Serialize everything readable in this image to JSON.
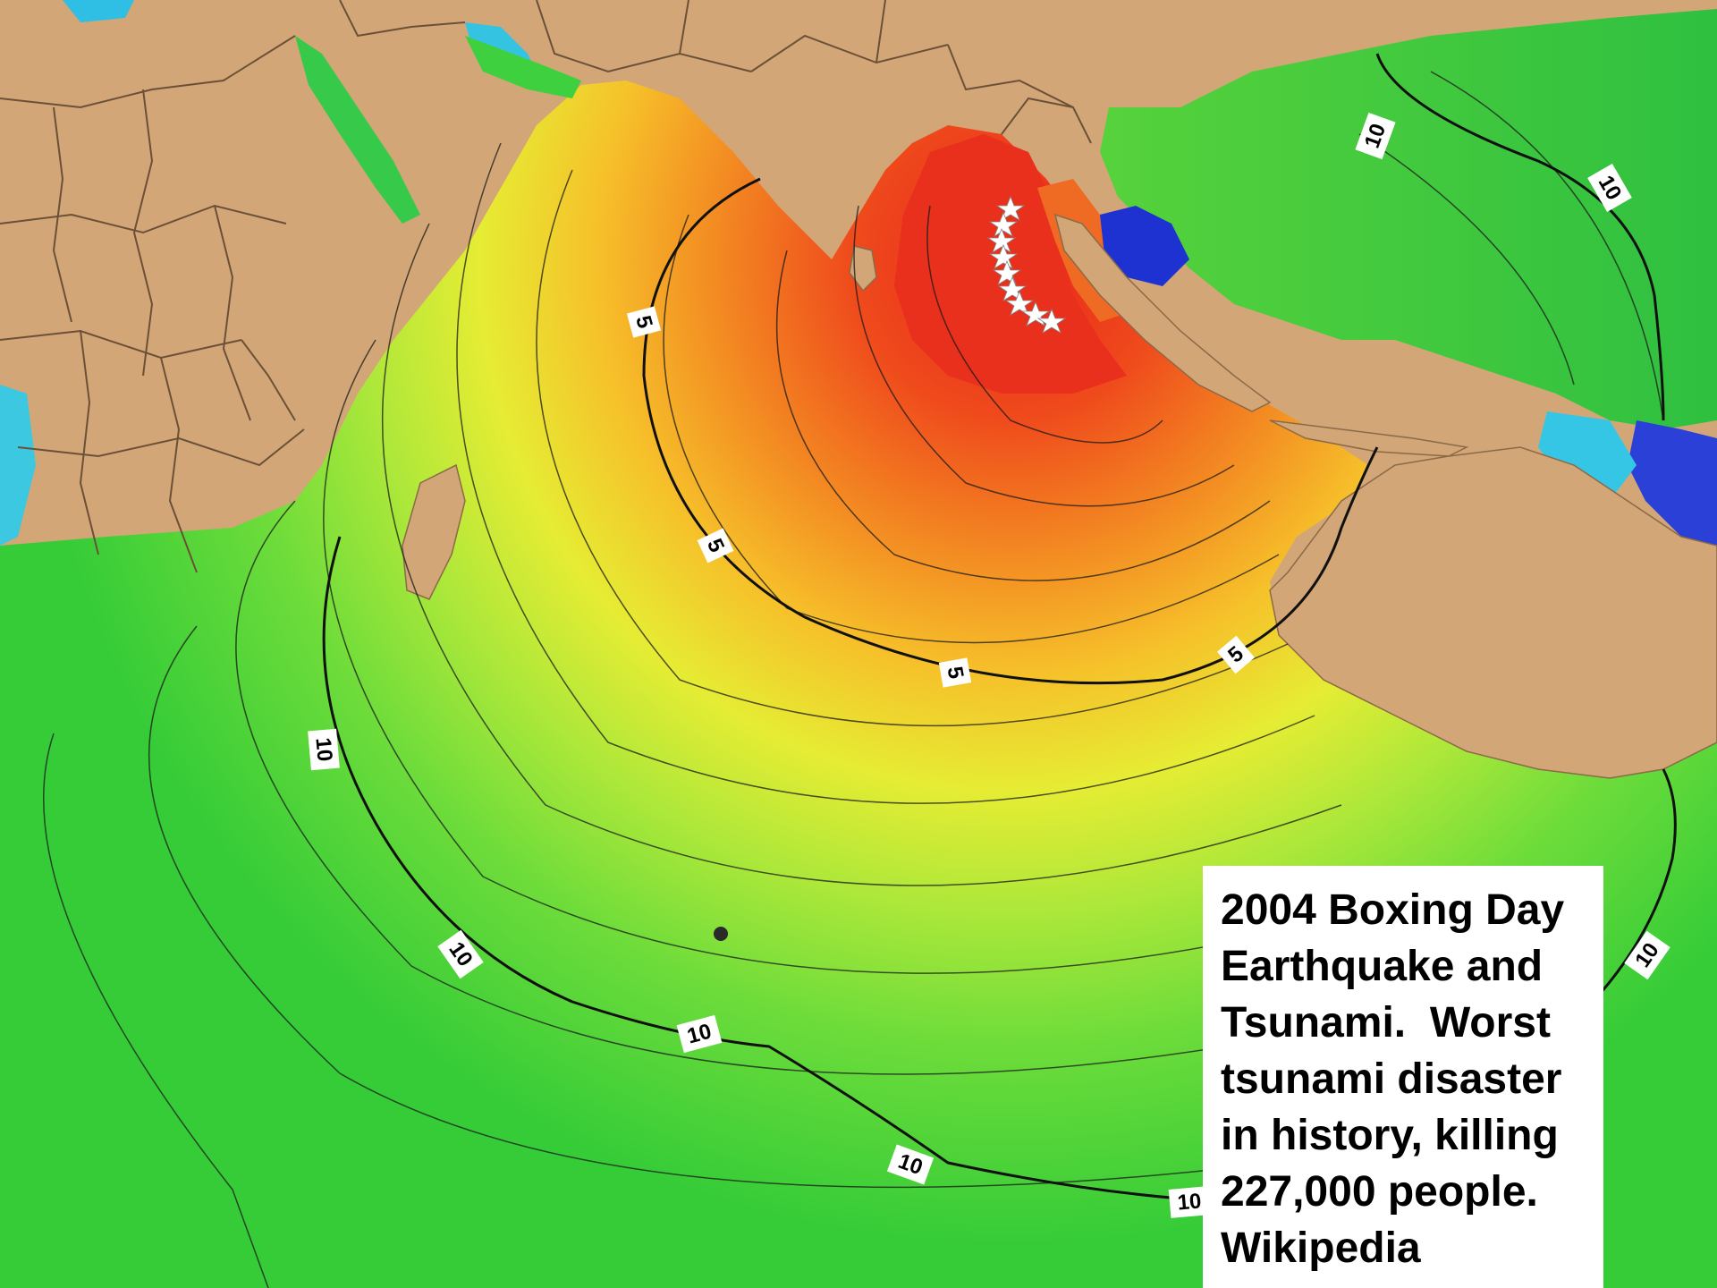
{
  "map": {
    "contour_labels": [
      "5",
      "5",
      "5",
      "5",
      "10",
      "10",
      "10",
      "10",
      "10",
      "10",
      "10",
      "10"
    ],
    "epicenter_marker": "star-icon",
    "colors": {
      "land": "#d2a676",
      "ocean_far": "#2ec83a",
      "ocean_mid": "#e6f03a",
      "ocean_near": "#f07a1e",
      "ocean_source": "#e8241a",
      "deep_blue": "#1e32d2",
      "cyan": "#35c6e6"
    }
  },
  "caption": {
    "lines": [
      "2004 Boxing Day",
      "Earthquake and",
      "Tsunami.  Worst",
      "tsunami disaster",
      "in history, killing",
      "227,000 people.",
      "Wikipedia"
    ]
  }
}
